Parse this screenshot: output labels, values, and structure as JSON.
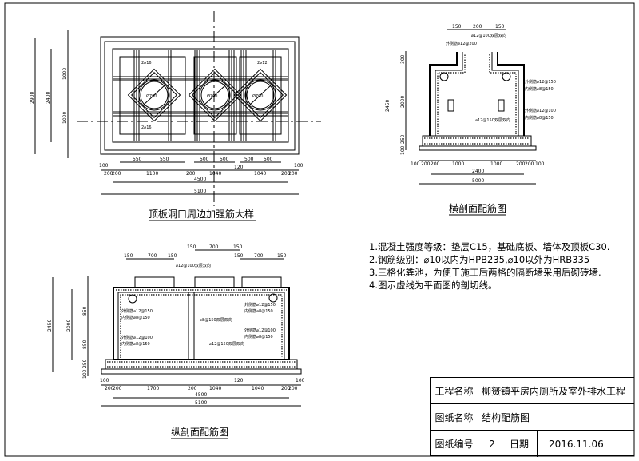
{
  "plan": {
    "title": "顶板洞口周边加强筋大样",
    "rebar_labels": [
      "2⌀16",
      "2⌀12",
      "2⌀16"
    ],
    "hole_labels": [
      "Ø700",
      "Ø700",
      "Ø700"
    ],
    "dims_top": [
      "550",
      "550",
      "500",
      "500",
      "500",
      "500"
    ],
    "dims_mid": [
      "100",
      "200",
      "200",
      "1100",
      "200",
      "1040",
      "120",
      "1040",
      "200",
      "200",
      "100"
    ],
    "dim_inner": "4500",
    "dim_outer": "5100",
    "dims_left": [
      "2900",
      "2400",
      "1000",
      "1000"
    ]
  },
  "transverse": {
    "title": "横剖面配筋图",
    "dims_top": [
      "150",
      "200",
      "150"
    ],
    "dims_bottom": [
      "100",
      "200",
      "200",
      "1000",
      "1000",
      "200",
      "200",
      "100"
    ],
    "dim_inner": "2400",
    "dim_outer": "5000",
    "dims_left": [
      "2450",
      "300",
      "2000",
      "250",
      "100"
    ],
    "rebar_labels": [
      "外侧筋⌀12@200",
      "⌀12@100双层双向",
      "外侧筋⌀12@150",
      "内侧筋⌀8@150",
      "外侧筋⌀12@100",
      "内侧筋⌀8@150",
      "⌀12@150双层双向"
    ]
  },
  "longitudinal": {
    "title": "纵剖面配筋图",
    "dims_top": [
      "150",
      "700",
      "150",
      "150",
      "700",
      "150",
      "150",
      "700",
      "150"
    ],
    "dims_bottom": [
      "100",
      "200",
      "200",
      "1700",
      "200",
      "1040",
      "120",
      "1040",
      "200",
      "200",
      "100"
    ],
    "dim_inner": "4500",
    "dim_outer": "5100",
    "dims_left": [
      "2450",
      "2000",
      "850",
      "850",
      "250",
      "100"
    ],
    "rebar_labels": [
      "⌀12@100双层双向",
      "外侧筋⌀12@150",
      "内侧筋⌀8@150",
      "外侧筋⌀12@100",
      "内侧筋⌀8@150",
      "⌀8@150双层双向",
      "外侧筋⌀12@150",
      "内侧筋⌀8@150",
      "外侧筋⌀12@100",
      "内侧筋⌀8@150",
      "⌀12@150双层双向"
    ]
  },
  "notes": [
    "1.混凝土强度等级：垫层C15，基础底板、墙体及顶板C30.",
    "2.钢筋级别：⌀10以内为HPB235,⌀10以外为HRB335",
    "3.三格化粪池，为便于施工后两格的隔断墙采用后砌砖墙.",
    "4.图示虚线为平面图的剖切线。"
  ],
  "title_block": {
    "project_label": "工程名称",
    "project_value": "柳赟镇平房内厕所及室外排水工程",
    "drawing_label": "图纸名称",
    "drawing_value": "结构配筋图",
    "number_label": "图纸编号",
    "number_value": "2",
    "date_label": "日期",
    "date_value": "2016.11.06"
  }
}
